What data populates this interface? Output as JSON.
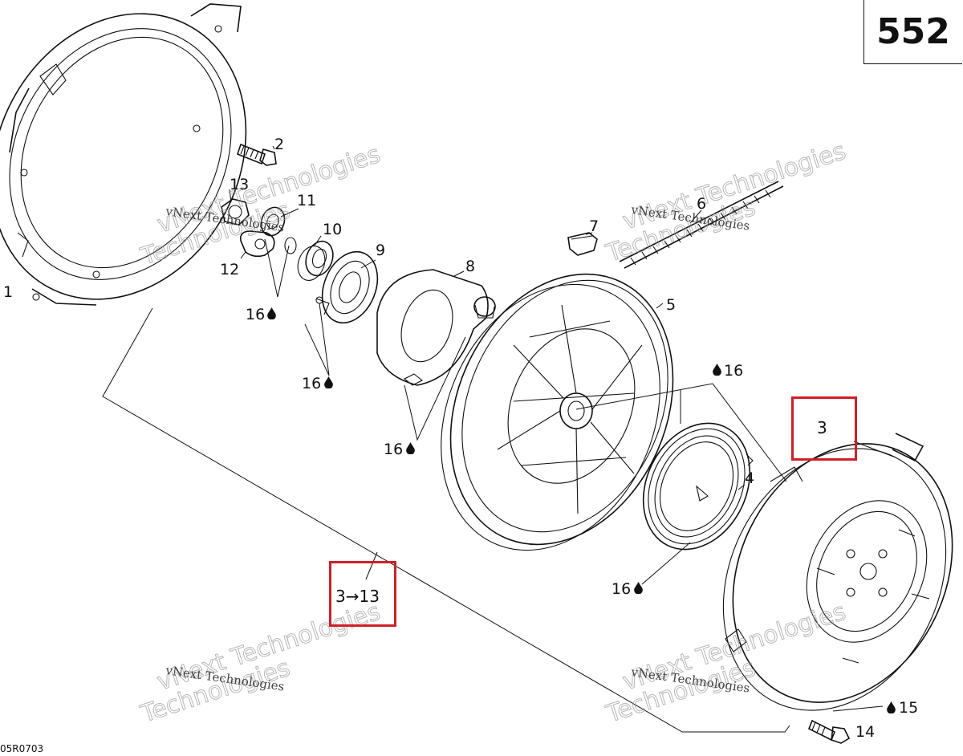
{
  "page_number": "552",
  "reference_code": "05R0703",
  "watermark": {
    "line1": "vNext Technologies",
    "line2": "Technologies"
  },
  "callouts": {
    "c1": "1",
    "c2": "2",
    "c3": "3",
    "c4": "4",
    "c5": "5",
    "c6": "6",
    "c7": "7",
    "c8": "8",
    "c9": "9",
    "c10": "10",
    "c11": "11",
    "c12": "12",
    "c13": "13",
    "c14": "14",
    "c15": "15",
    "c16": "16",
    "range": "3→13"
  },
  "highlights": {
    "color": "#d11f28"
  }
}
